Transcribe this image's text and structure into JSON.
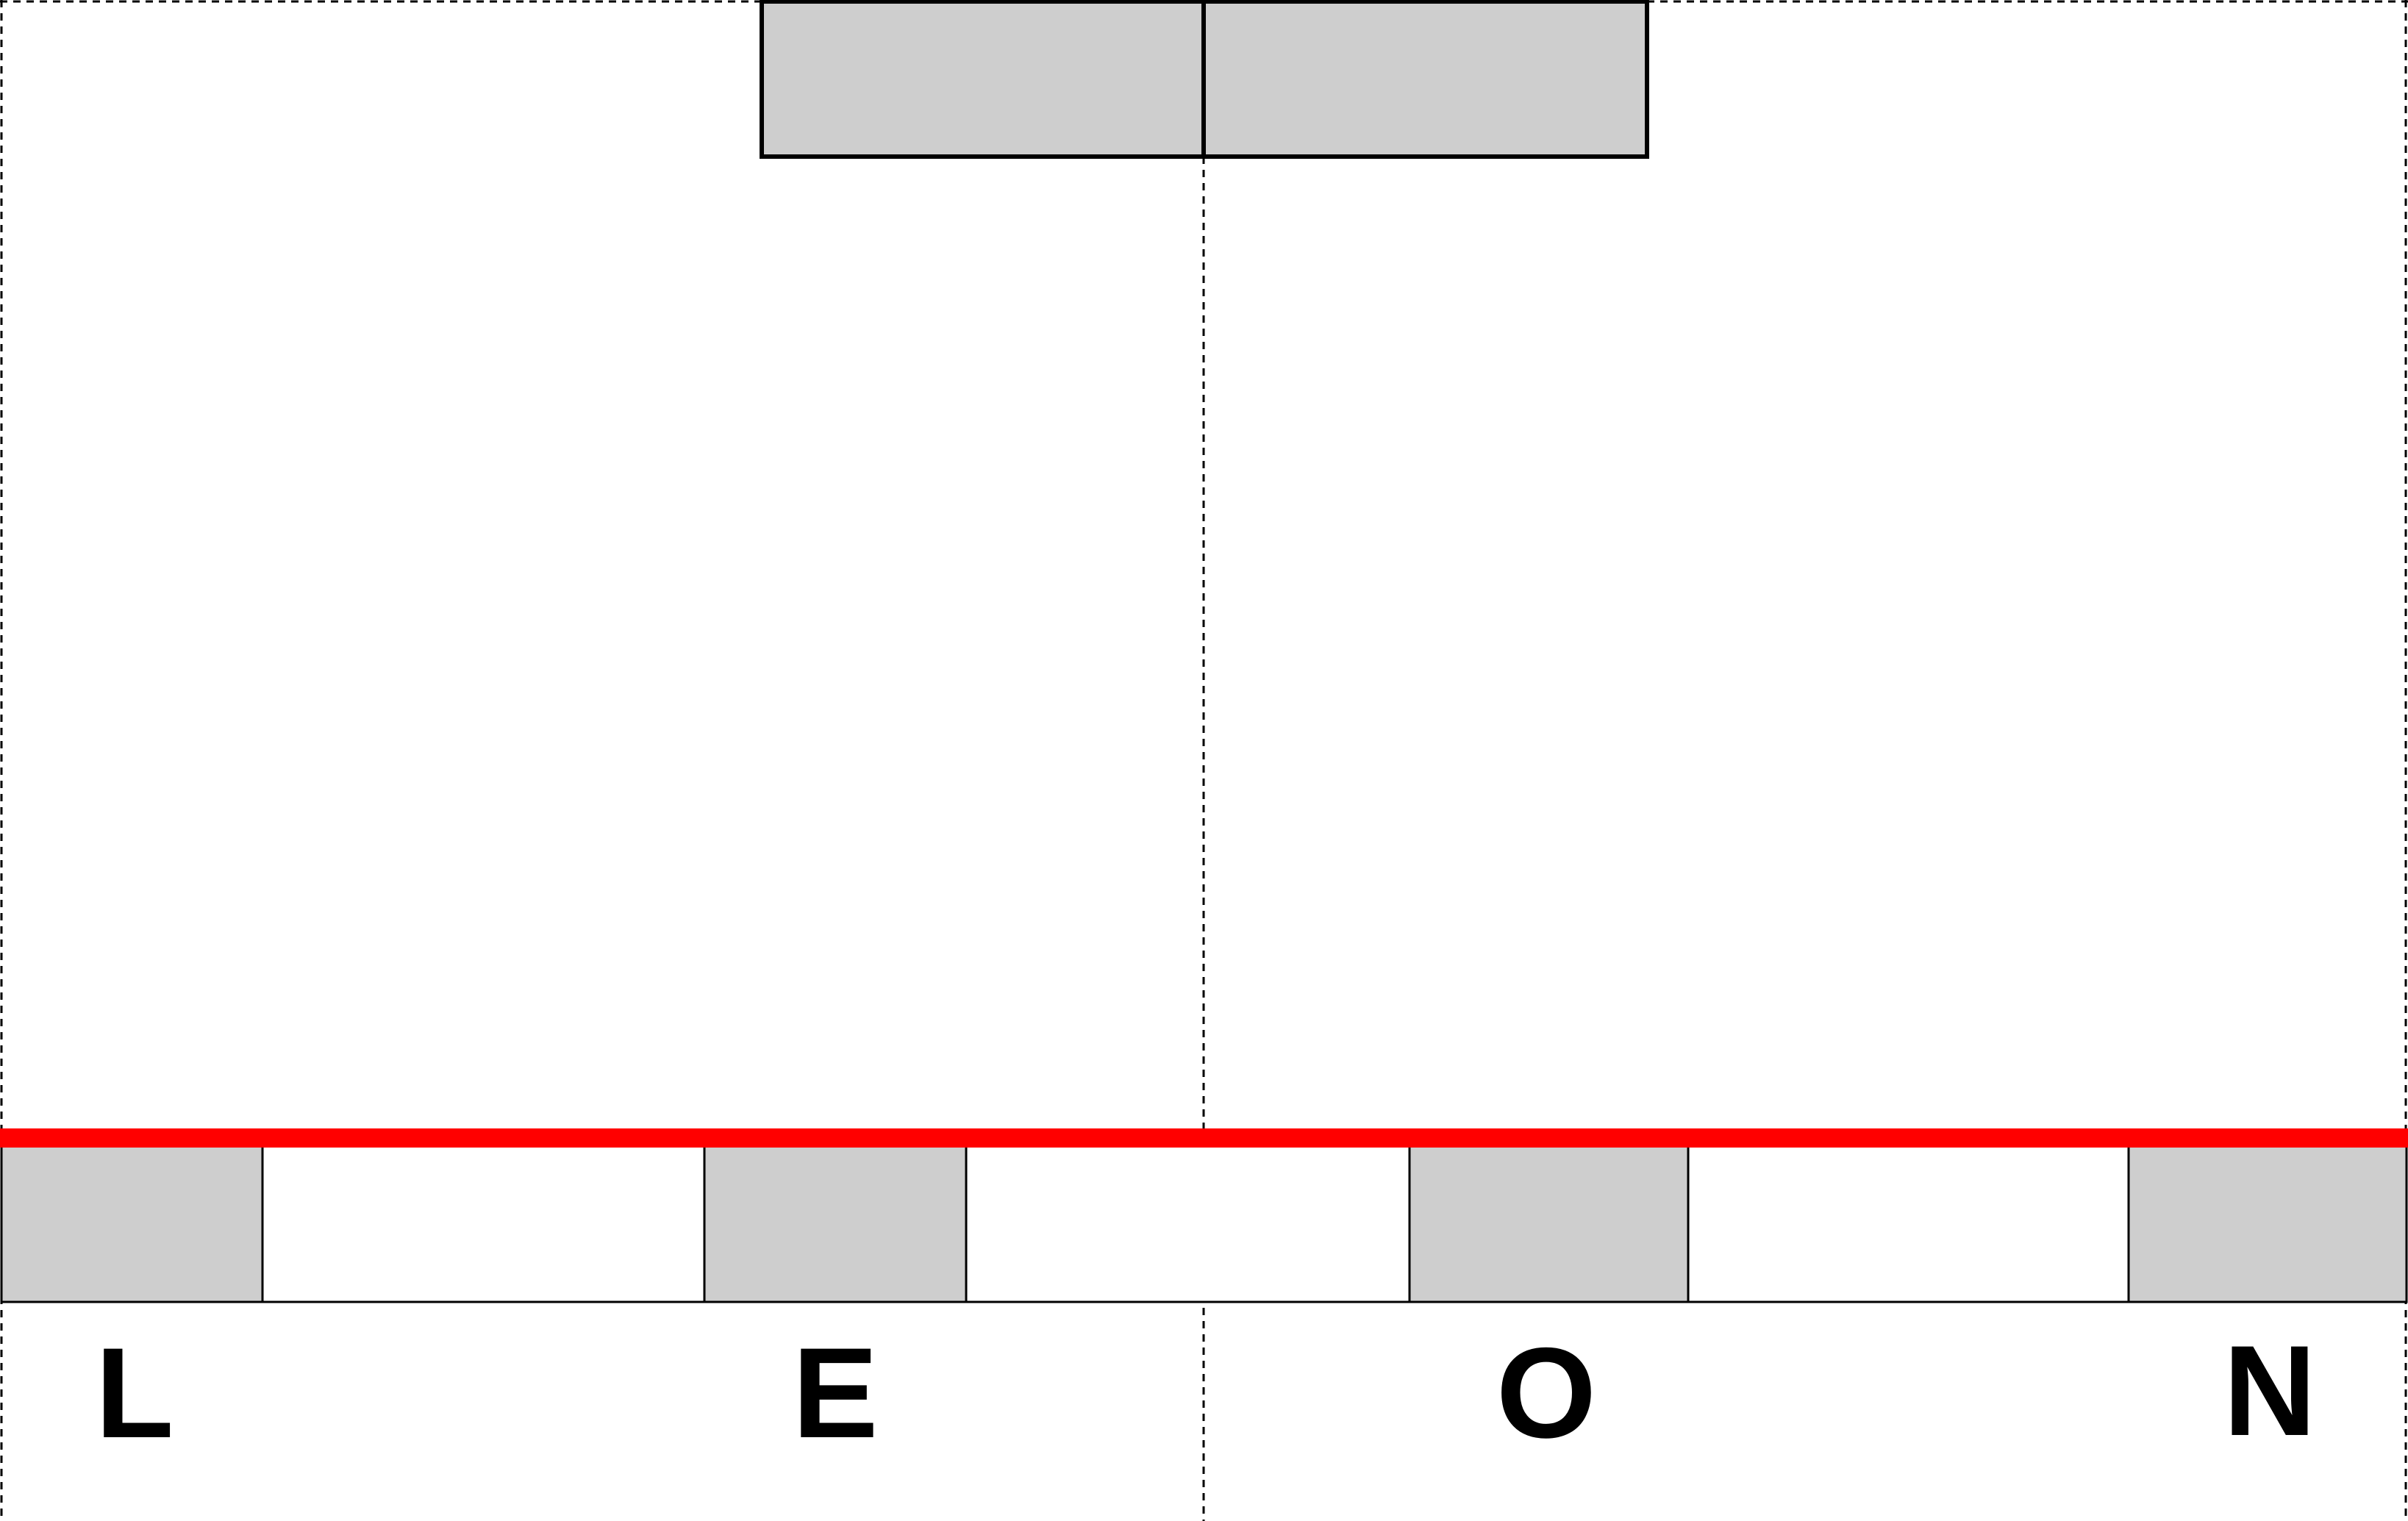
{
  "diagram": {
    "letters": [
      "L",
      "E",
      "O",
      "N"
    ],
    "colors": {
      "background": "#ffffff",
      "stroke": "#000000",
      "shaded": "#cecece",
      "unshaded": "#ffffff",
      "divider_line": "#ff0000",
      "text": "#000000"
    },
    "top_panels": [
      {
        "shaded": true
      },
      {
        "shaded": true
      }
    ],
    "bottom_strip": [
      {
        "shaded": true
      },
      {
        "shaded": false
      },
      {
        "shaded": true
      },
      {
        "shaded": false
      },
      {
        "shaded": true
      },
      {
        "shaded": false
      },
      {
        "shaded": true
      }
    ]
  }
}
